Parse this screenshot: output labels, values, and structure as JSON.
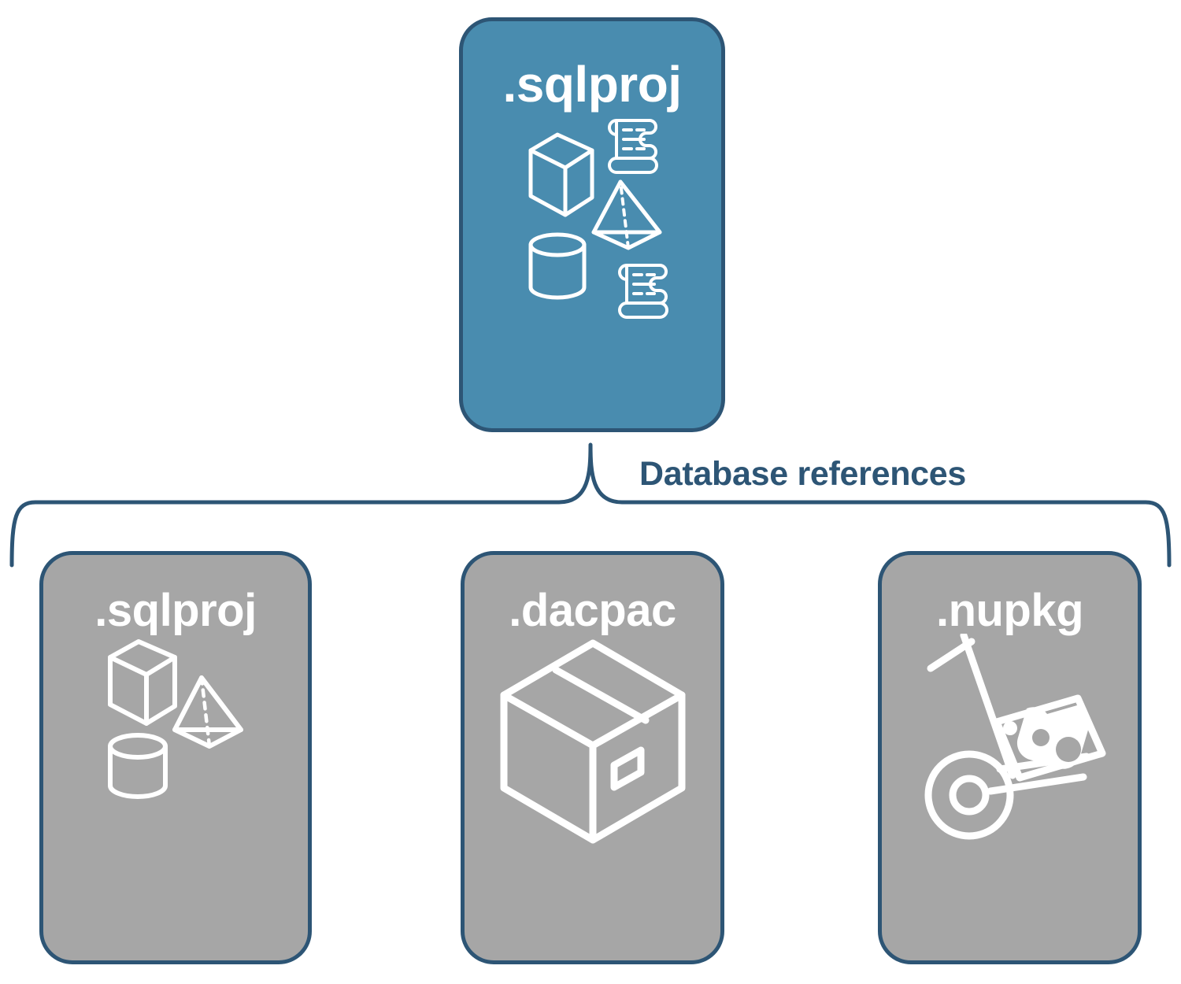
{
  "diagram": {
    "title": "Database references",
    "colors": {
      "primary_fill": "#498caf",
      "secondary_fill": "#a6a6a6",
      "stroke": "#2d5575",
      "icon": "#ffffff",
      "background": "#ffffff",
      "label_text": "#2d5575"
    },
    "root": {
      "label": ".sqlproj",
      "icons": [
        "cube-wireframe-icon",
        "scroll-icon",
        "pyramid-wireframe-icon",
        "cylinder-wireframe-icon",
        "scroll-icon"
      ]
    },
    "connector": {
      "type": "brace",
      "label": "Database references"
    },
    "children": [
      {
        "label": ".sqlproj",
        "icons": [
          "cube-wireframe-icon",
          "pyramid-wireframe-icon",
          "cylinder-wireframe-icon"
        ]
      },
      {
        "label": ".dacpac",
        "icons": [
          "package-box-icon"
        ]
      },
      {
        "label": ".nupkg",
        "icons": [
          "hand-truck-package-icon"
        ]
      }
    ]
  }
}
